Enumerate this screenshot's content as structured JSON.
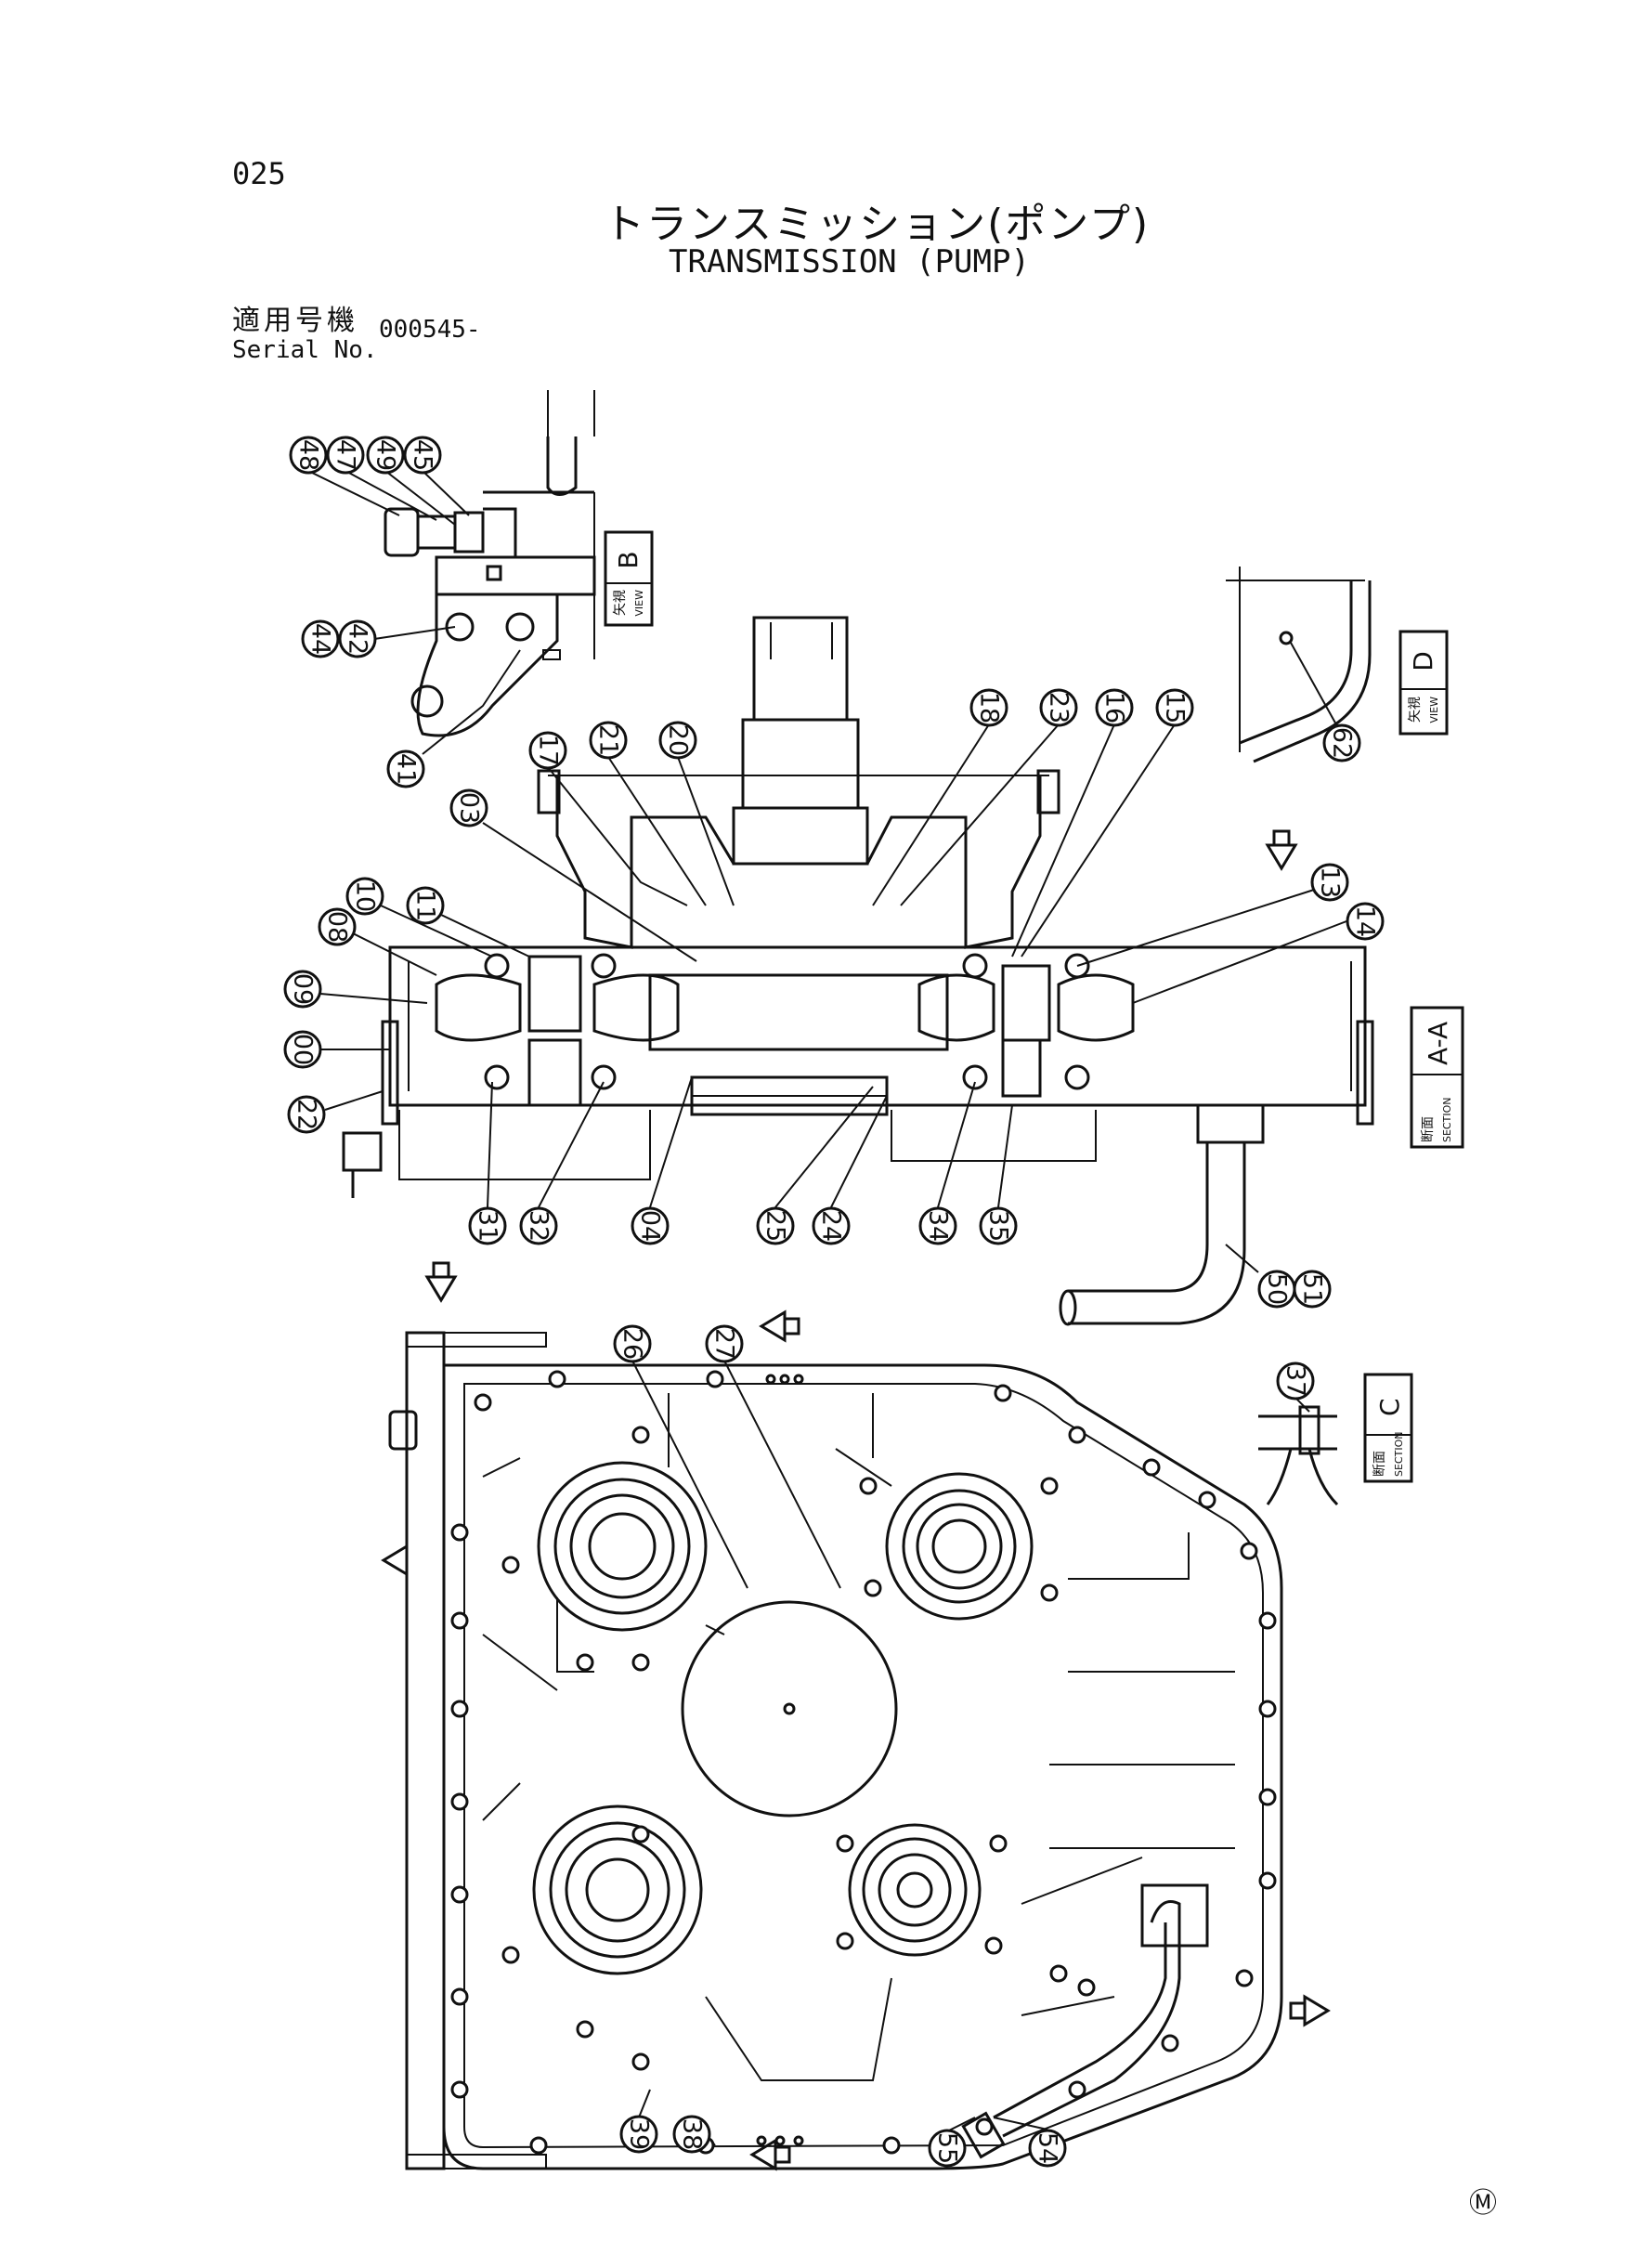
{
  "header": {
    "page_number": "025",
    "title_jp": "トランスミッション(ポンプ)",
    "title_en": "TRANSMISSION (PUMP)",
    "serial_label_jp": "適用号機",
    "serial_label_en": "Serial No.",
    "serial_value": "000545-"
  },
  "view_tags": [
    {
      "jp": "矢視",
      "en": "VIEW",
      "letter": "B"
    },
    {
      "jp": "矢視",
      "en": "VIEW",
      "letter": "D"
    },
    {
      "jp": "断面",
      "en": "SECTION",
      "letter": "A-A"
    },
    {
      "jp": "断面",
      "en": "SECTION",
      "letter": "C"
    }
  ],
  "callouts": [
    "48",
    "47",
    "49",
    "45",
    "44",
    "42",
    "41",
    "17",
    "21",
    "20",
    "18",
    "23",
    "16",
    "15",
    "62",
    "03",
    "10",
    "11",
    "08",
    "09",
    "00",
    "22",
    "13",
    "14",
    "31",
    "32",
    "04",
    "25",
    "24",
    "34",
    "35",
    "50",
    "51",
    "26",
    "27",
    "37",
    "39",
    "38",
    "55",
    "54"
  ],
  "footer": {
    "mark": "Ⓜ"
  }
}
